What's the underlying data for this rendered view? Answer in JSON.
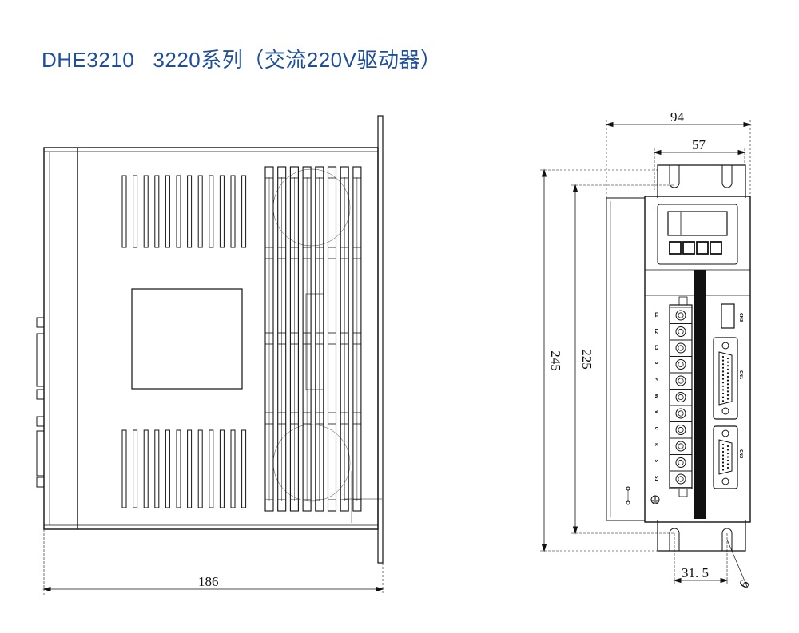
{
  "title": "DHE3210   3220系列（交流220V驱动器）",
  "dimensions": {
    "side_length": "186",
    "front_width": "94",
    "mount_hole_spacing_top": "57",
    "front_height": "245",
    "mount_hole_spacing_vertical": "225",
    "bottom_hole_offset": "31. 5",
    "hole_diameter": "6"
  },
  "connectors": {
    "cn3": "CN3",
    "cn1": "CN1",
    "cn2": "CN2"
  },
  "terminal_labels": [
    "L1",
    "L2",
    "L3",
    "B",
    "P",
    "W",
    "V",
    "U",
    "R",
    "S",
    "S1"
  ],
  "colors": {
    "title": "#1f4e9c",
    "line": "#111111",
    "dark_strip": "#111111"
  }
}
